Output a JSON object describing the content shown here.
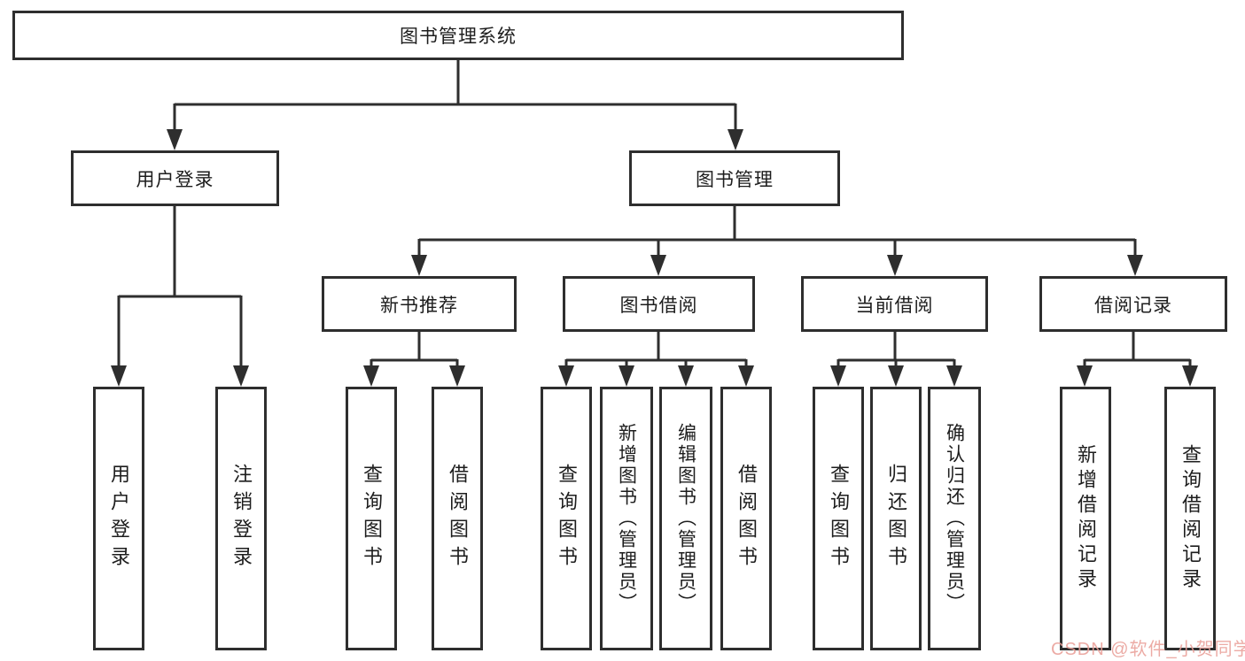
{
  "colors": {
    "line": "#2e2e2e",
    "text": "#1d1d1d",
    "background": "#ffffff",
    "watermark": "#e99f98"
  },
  "watermark": {
    "text": "CSDN @软件_小贺同学"
  },
  "tree": {
    "label": "图书管理系统",
    "children": [
      {
        "label": "用户登录",
        "children": [
          {
            "label": "用户登录"
          },
          {
            "label": "注销登录"
          }
        ]
      },
      {
        "label": "图书管理",
        "children": [
          {
            "label": "新书推荐",
            "children": [
              {
                "label": "查询图书"
              },
              {
                "label": "借阅图书"
              }
            ]
          },
          {
            "label": "图书借阅",
            "children": [
              {
                "label": "查询图书"
              },
              {
                "label": "新增图书（管理员）"
              },
              {
                "label": "编辑图书（管理员）"
              },
              {
                "label": "借阅图书"
              }
            ]
          },
          {
            "label": "当前借阅",
            "children": [
              {
                "label": "查询图书"
              },
              {
                "label": "归还图书"
              },
              {
                "label": "确认归还（管理员）"
              }
            ]
          },
          {
            "label": "借阅记录",
            "children": [
              {
                "label": "新增借阅记录"
              },
              {
                "label": "查询借阅记录"
              }
            ]
          }
        ]
      }
    ]
  }
}
